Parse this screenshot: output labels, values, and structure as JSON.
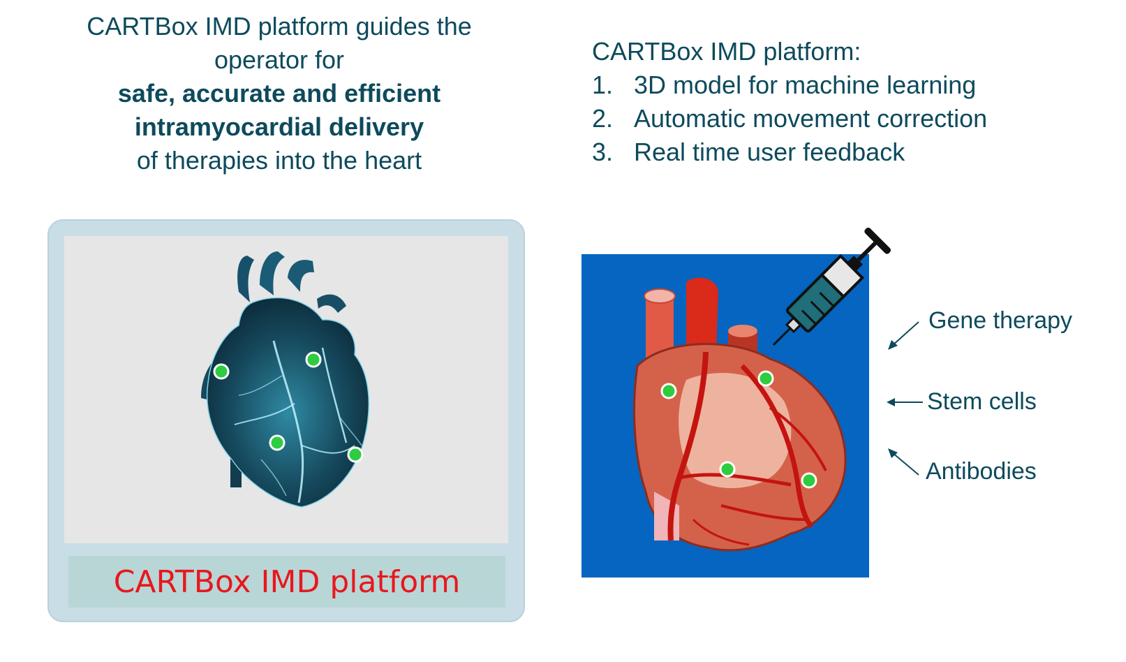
{
  "headline": {
    "line1": "CARTBox IMD platform guides the",
    "line2": "operator for",
    "line3": "safe, accurate and efficient",
    "line4": "intramyocardial delivery",
    "line5": "of therapies into the heart"
  },
  "features": {
    "title": "CARTBox IMD platform:",
    "items": [
      {
        "num": "1.",
        "label": "3D model for machine learning"
      },
      {
        "num": "2.",
        "label": "Automatic movement correction"
      },
      {
        "num": "3.",
        "label": "Real time user feedback"
      }
    ]
  },
  "device": {
    "label": "CARTBox IMD platform"
  },
  "therapies": [
    "Gene therapy",
    "Stem cells",
    "Antibodies"
  ],
  "colors": {
    "text": "#0d4a5c",
    "device_frame": "#c8dde5",
    "device_label_text": "#e8171e",
    "panel_bg": "#0565c0",
    "marker": "#2ecc40",
    "heart_red": "#c62a1c",
    "syringe_fill": "#1f6e7a"
  },
  "icons": [
    "ai-heart-illustration",
    "cartoon-heart-illustration",
    "syringe-icon",
    "arrow-icon"
  ]
}
